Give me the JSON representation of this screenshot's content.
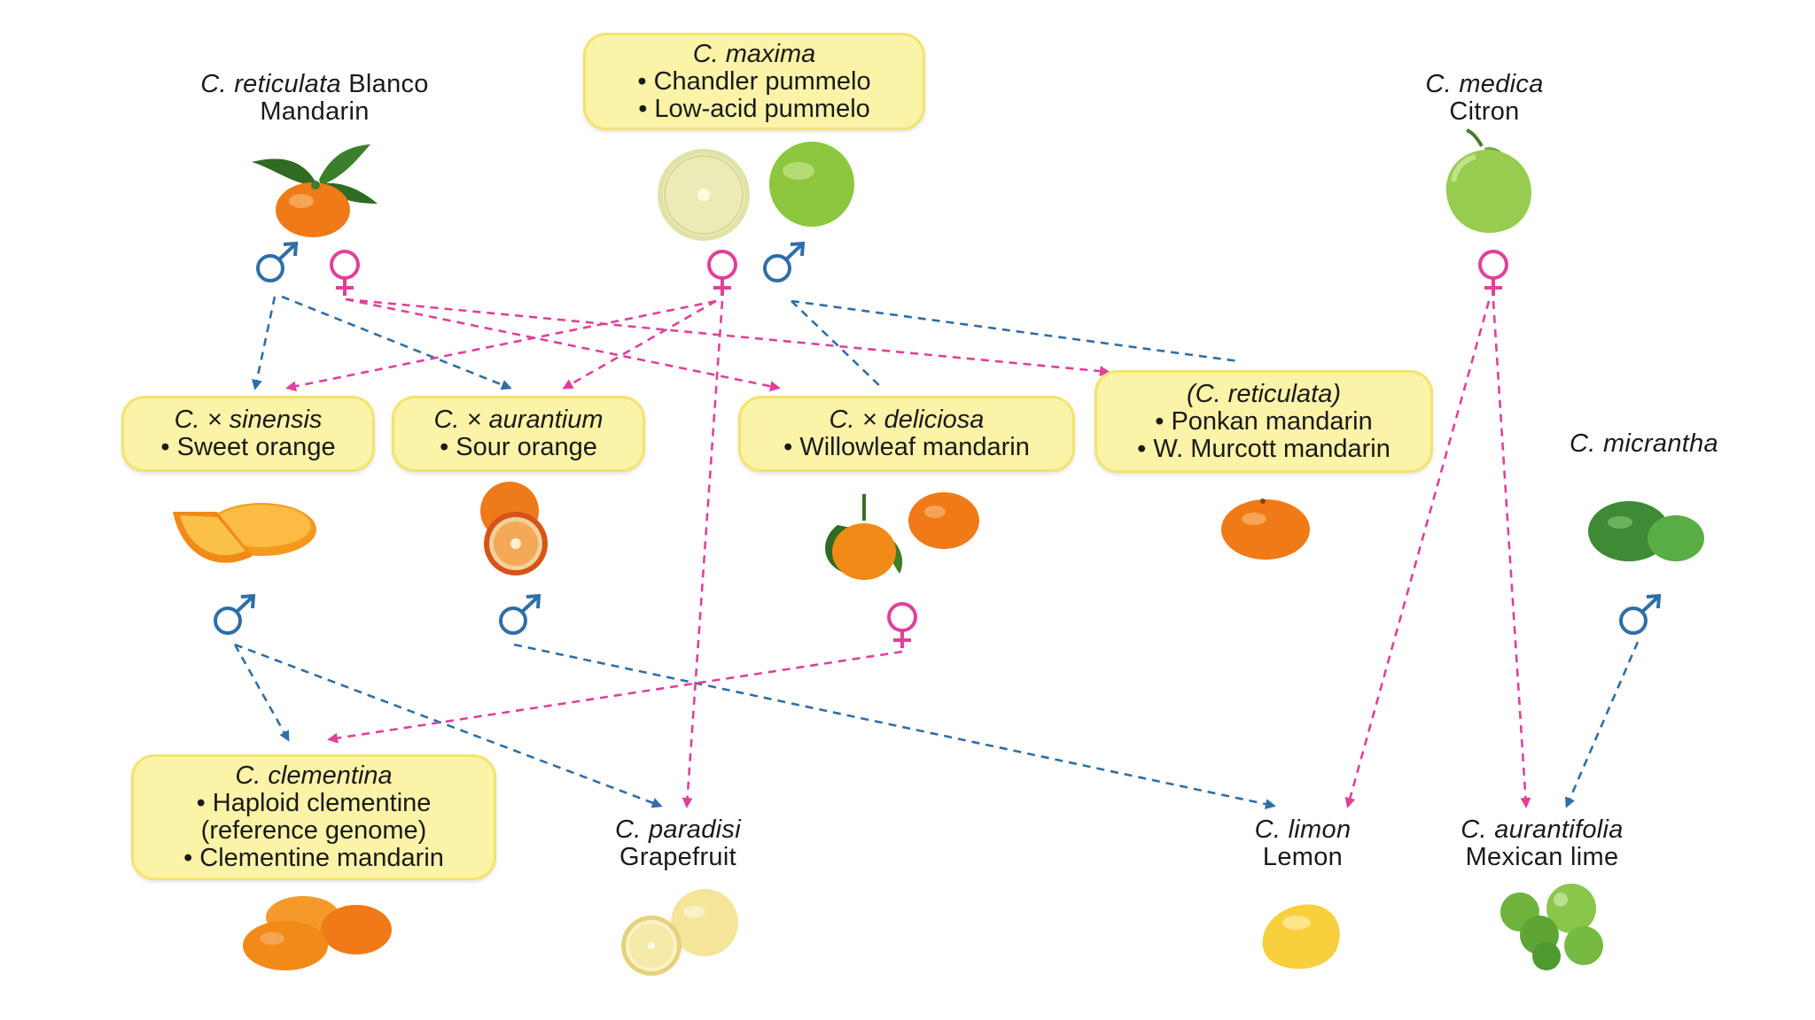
{
  "colors": {
    "male": "#2f6ea8",
    "female": "#e0409a",
    "box_fill": "#fbf3a8",
    "box_border": "#f3e46e"
  },
  "parents": {
    "reticulata": {
      "name": "C. reticulata",
      "author": "Blanco",
      "common": "Mandarin",
      "fruit_icon": "mandarin-with-leaves"
    },
    "maxima": {
      "name": "C. maxima",
      "items": [
        "• Chandler pummelo",
        "• Low-acid pummelo"
      ],
      "fruit_icon": "pummelo"
    },
    "medica": {
      "name": "C. medica",
      "common": "Citron",
      "fruit_icon": "citron"
    }
  },
  "hybrids": {
    "sinensis": {
      "name": "C. × sinensis",
      "items": [
        "• Sweet orange"
      ],
      "fruit_icon": "sliced-orange"
    },
    "aurantium": {
      "name": "C. × aurantium",
      "items": [
        "• Sour orange"
      ],
      "fruit_icon": "sour-orange"
    },
    "deliciosa": {
      "name": "C. × deliciosa",
      "items": [
        "• Willowleaf mandarin"
      ],
      "fruit_icon": "willowleaf-mandarin"
    },
    "ponkan": {
      "name": "(C. reticulata)",
      "items": [
        "• Ponkan mandarin",
        "• W. Murcott mandarin"
      ],
      "fruit_icon": "orange"
    },
    "micrantha": {
      "name": "C. micrantha",
      "fruit_icon": "micrantha-fruit"
    }
  },
  "offspring": {
    "clementina": {
      "name": "C. clementina",
      "items": [
        "• Haploid clementine",
        "(reference genome)",
        "• Clementine mandarin"
      ],
      "fruit_icon": "clementines"
    },
    "paradisi": {
      "name": "C. paradisi",
      "common": "Grapefruit",
      "fruit_icon": "grapefruit"
    },
    "limon": {
      "name": "C. limon",
      "common": "Lemon",
      "fruit_icon": "lemon"
    },
    "aurantifolia": {
      "name": "C. aurantifolia",
      "common": "Mexican lime",
      "fruit_icon": "limes"
    }
  },
  "symbols": {
    "male": "♂",
    "female": "♀"
  }
}
